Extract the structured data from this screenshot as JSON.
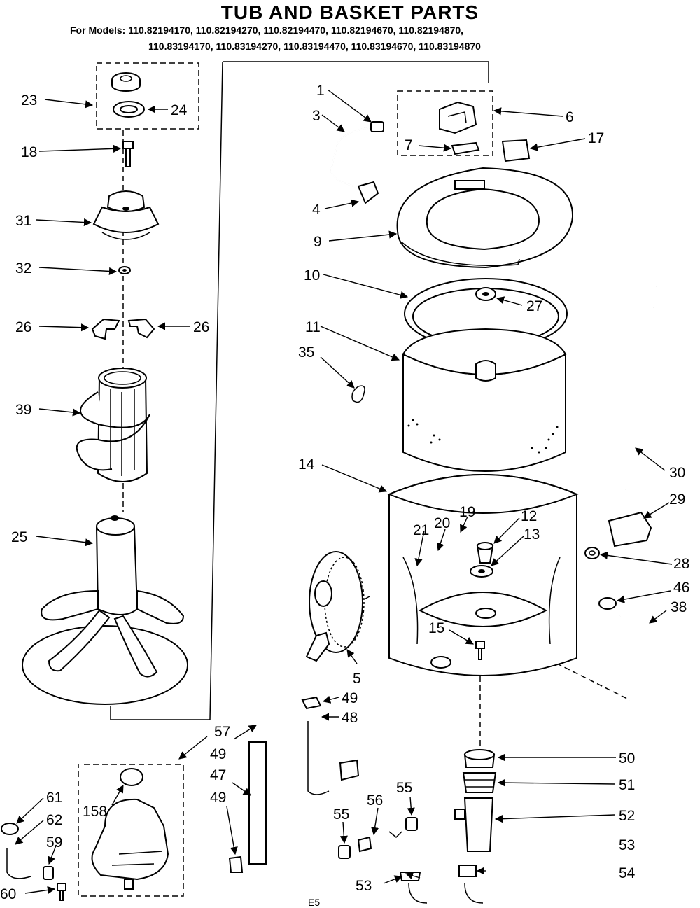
{
  "title": "TUB AND BASKET PARTS",
  "models_prefix": "For Models:",
  "models_row1": "110.82194170, 110.82194270, 110.82194470, 110.82194670, 110.82194870,",
  "models_row2": "110.83194170, 110.83194270, 110.83194470, 110.83194670, 110.83194870",
  "callouts": {
    "c1": "1",
    "c3": "3",
    "c4": "4",
    "c5": "5",
    "c6": "6",
    "c7": "7",
    "c9": "9",
    "c10": "10",
    "c11": "11",
    "c12": "12",
    "c13": "13",
    "c14": "14",
    "c15": "15",
    "c17": "17",
    "c18": "18",
    "c19": "19",
    "c20": "20",
    "c21": "21",
    "c23": "23",
    "c24": "24",
    "c25": "25",
    "c26a": "26",
    "c26b": "26",
    "c27": "27",
    "c28": "28",
    "c29": "29",
    "c30": "30",
    "c31": "31",
    "c32": "32",
    "c35": "35",
    "c38": "38",
    "c39": "39",
    "c46": "46",
    "c47": "47",
    "c48": "48",
    "c49a": "49",
    "c49b": "49",
    "c49c": "49",
    "c50": "50",
    "c51": "51",
    "c52": "52",
    "c53a": "53",
    "c53b": "53",
    "c54": "54",
    "c55a": "55",
    "c55b": "55",
    "c56": "56",
    "c57": "57",
    "c59": "59",
    "c60": "60",
    "c61": "61",
    "c62": "62",
    "c158": "158",
    "cE5": "E5"
  }
}
